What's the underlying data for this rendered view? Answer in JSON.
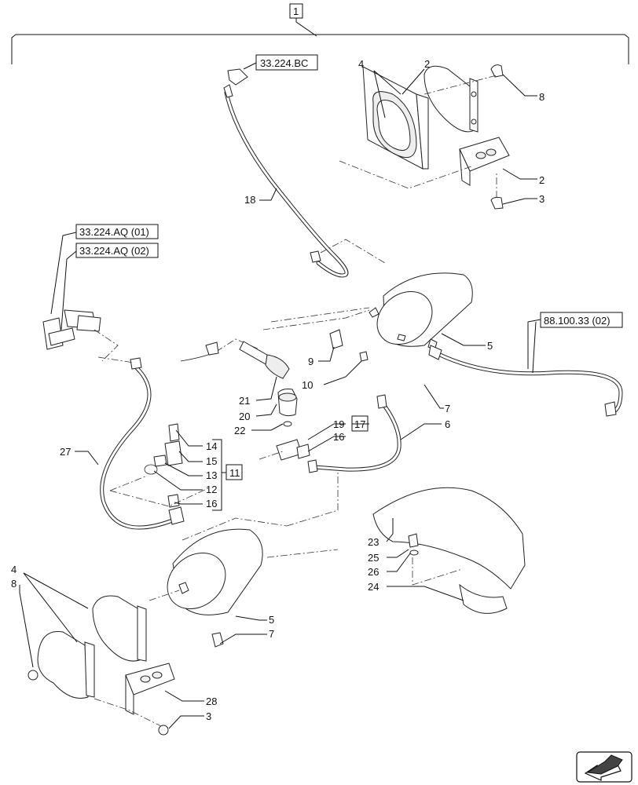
{
  "assembly_ref": "1",
  "references": {
    "bc": "33.224.BC",
    "aq01": "33.224.AQ (01)",
    "aq02": "33.224.AQ (02)",
    "r88": "88.100.33 (02)",
    "kit17": "17",
    "kit11": "11"
  },
  "callouts": {
    "c4a": "4",
    "c2a": "2",
    "c8a": "8",
    "c2b": "2",
    "c3a": "3",
    "c18": "18",
    "c5a": "5",
    "c9": "9",
    "c10": "10",
    "c7a": "7",
    "c21": "21",
    "c20": "20",
    "c22": "22",
    "c19": "19",
    "c16a": "16",
    "c6": "6",
    "c14": "14",
    "c15": "15",
    "c13": "13",
    "c12": "12",
    "c16b": "16",
    "c27": "27",
    "c23": "23",
    "c25": "25",
    "c26": "26",
    "c24": "24",
    "c4b": "4",
    "c8b": "8",
    "c5b": "5",
    "c7b": "7",
    "c28": "28",
    "c3b": "3"
  },
  "icons": {
    "nav": "next-page-arrow-icon"
  }
}
